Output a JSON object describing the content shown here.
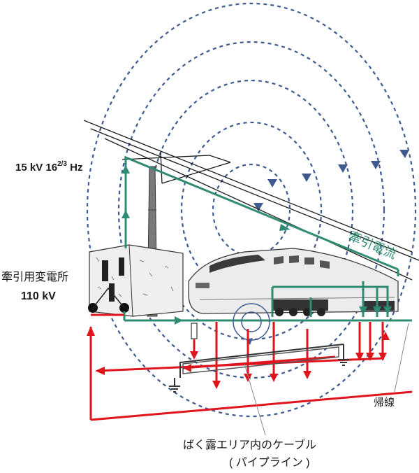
{
  "labels": {
    "voltage_prefix": "15 kV 16",
    "voltage_sup": "2/3",
    "voltage_suffix": " Hz",
    "substation": "牽引用変電所",
    "substation_voltage": "110 kV",
    "traction_current": "牽引電流",
    "return_line": "帰線",
    "cable_line1": "ばく露エリア内のケーブル",
    "cable_line2": "( パイプライン )"
  },
  "colors": {
    "field_lines": "#3f5a8f",
    "traction_current": "#2f8c72",
    "return_current": "#e0141c",
    "wires": "#1a1a1a",
    "cable": "#555555"
  },
  "icons": {
    "substation": "substation-building-icon",
    "train": "high-speed-train-icon",
    "pylon": "catenary-mast-icon",
    "ground": "ground-symbol-icon"
  }
}
